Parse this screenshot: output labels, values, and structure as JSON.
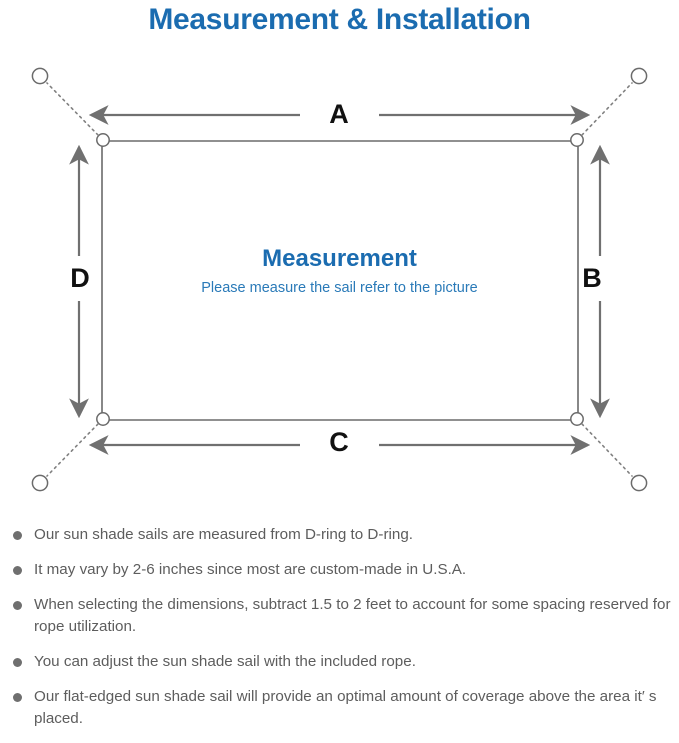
{
  "page": {
    "title": "Measurement & Installation",
    "title_color": "#1b6cb0",
    "background": "#ffffff"
  },
  "diagram": {
    "name": "sun-shade-sail-measurement-diagram",
    "sail": {
      "heading": "Measurement",
      "subheading": "Please measure the sail refer to the picture",
      "heading_color": "#1b6cb0",
      "subheading_color": "#2a7ab8",
      "outline_color": "#6b6b6b"
    },
    "dimension_labels": [
      {
        "id": "A",
        "label": "A",
        "edge": "top",
        "orientation": "horizontal"
      },
      {
        "id": "B",
        "label": "B",
        "edge": "right",
        "orientation": "vertical"
      },
      {
        "id": "C",
        "label": "C",
        "edge": "bottom",
        "orientation": "horizontal"
      },
      {
        "id": "D",
        "label": "D",
        "edge": "left",
        "orientation": "vertical"
      }
    ],
    "corners": [
      {
        "id": "top-left",
        "d_ring": true,
        "anchor_ring": true,
        "rope": "dotted"
      },
      {
        "id": "top-right",
        "d_ring": true,
        "anchor_ring": true,
        "rope": "dotted"
      },
      {
        "id": "bottom-left",
        "d_ring": true,
        "anchor_ring": true,
        "rope": "dotted"
      },
      {
        "id": "bottom-right",
        "d_ring": true,
        "anchor_ring": true,
        "rope": "dotted"
      }
    ],
    "arrow_color": "#707070",
    "line_color": "#7a7a7a"
  },
  "notes": {
    "bullet_color": "#6f6f6f",
    "text_color": "#5d5d5d",
    "items": [
      "Our sun shade sails are measured from D-ring to D-ring.",
      "It may vary by 2-6 inches since most are custom-made in U.S.A.",
      "When selecting the dimensions, subtract 1.5 to 2 feet to account for some spacing reserved for rope utilization.",
      "You can adjust the sun shade sail with the included rope.",
      "Our flat-edged sun shade sail will provide an optimal amount of coverage above the area it′ s placed."
    ]
  }
}
